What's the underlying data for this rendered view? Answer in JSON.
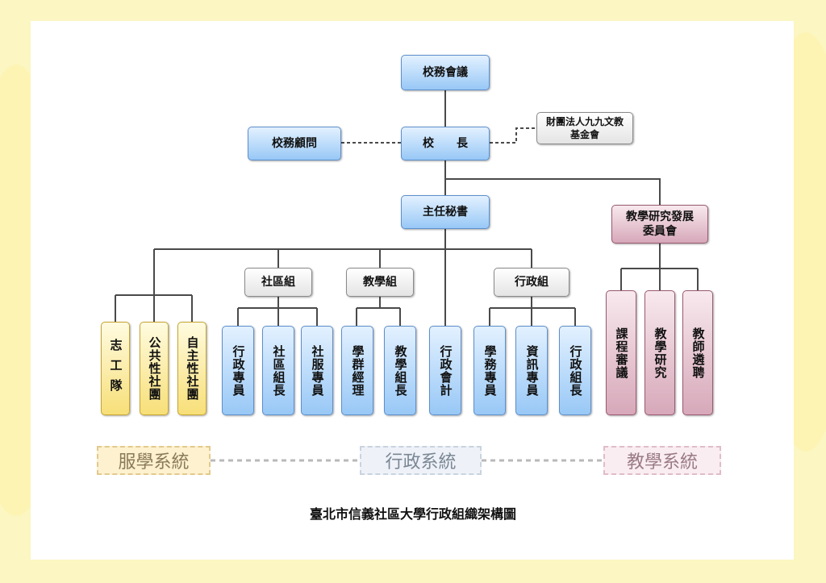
{
  "top": {
    "council": "校務會議",
    "principal": "校　　長",
    "advisor": "校務顧問",
    "foundation": "財團法人九九文教\n基金會",
    "secretary": "主任秘書",
    "committee": "教學研究發展\n委員會"
  },
  "groups": {
    "community": "社區組",
    "teaching": "教學組",
    "admin": "行政組"
  },
  "leaves": {
    "volunteer": "志工隊",
    "public_club": "公共性社團",
    "self_club": "自主性社團",
    "admin_staff": "行政專員",
    "community_lead": "社區組長",
    "service_staff": "社服專員",
    "group_manager": "學群經理",
    "teaching_lead": "教學組長",
    "accounting": "行政會計",
    "academic_staff": "學務專員",
    "it_staff": "資訊專員",
    "admin_lead": "行政組長",
    "curriculum_review": "課程審議",
    "teaching_research": "教學研究",
    "teacher_hiring": "教師遴聘"
  },
  "systems": {
    "service": "服學系統",
    "admin": "行政系統",
    "teaching": "教學系統"
  },
  "caption": "臺北市信義社區大學行政組織架構圖"
}
